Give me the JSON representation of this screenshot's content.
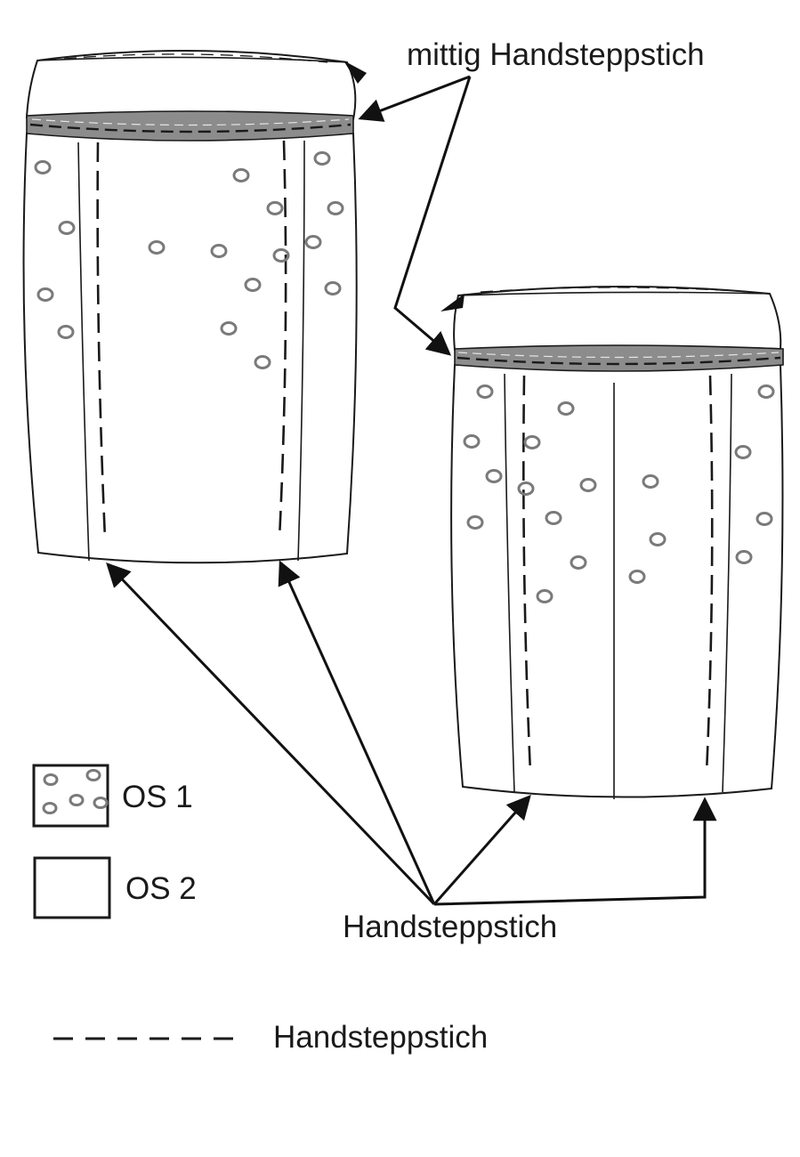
{
  "labels": {
    "top_callout": "mittig Handsteppstich",
    "bottom_callout": "Handsteppstich",
    "legend_dash": "Handsteppstich"
  },
  "legend": {
    "os1": "OS 1",
    "os2": "OS 2"
  },
  "colors": {
    "line": "#1a1a1a",
    "waistband": "#8c8c8c",
    "dots": "#7a7a7a",
    "background": "#ffffff"
  },
  "icons": {
    "os1_swatch": "dotted-fabric-swatch",
    "os2_swatch": "plain-fabric-swatch",
    "dash_sample": "dashed-line-sample"
  }
}
